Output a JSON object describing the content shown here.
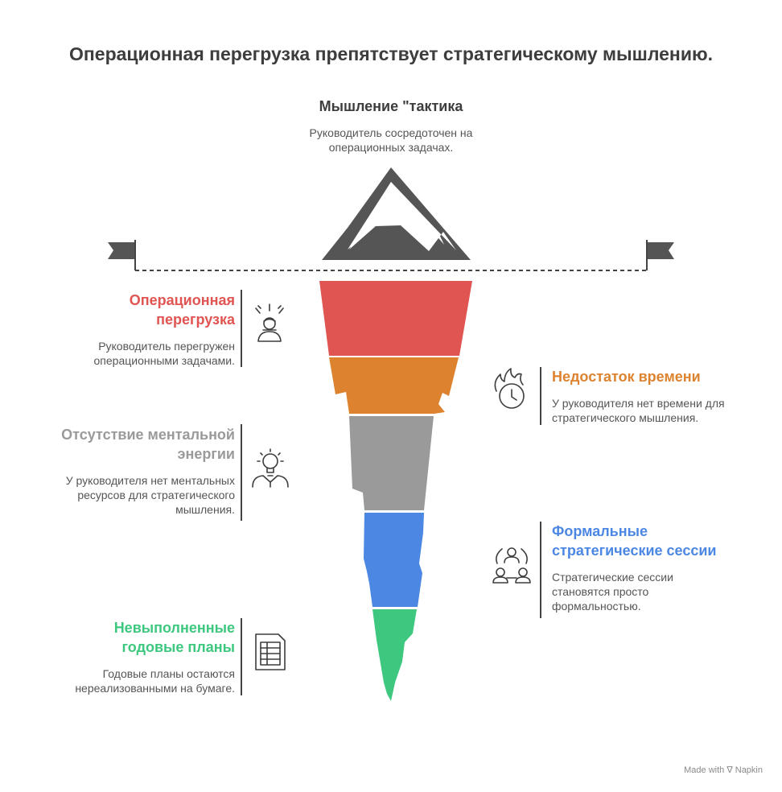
{
  "title": "Операционная перегрузка препятствует стратегическому мышлению.",
  "top": {
    "heading": "Мышление \"тактика",
    "description": "Руководитель сосредоточен на операционных задачах."
  },
  "items": [
    {
      "heading": "Операционная перегрузка",
      "description": "Руководитель перегружен операционными задачами.",
      "color": "#e05552",
      "icon": "stressed-person-icon"
    },
    {
      "heading": "Недостаток времени",
      "description": "У руководителя нет времени для стратегического мышления.",
      "color": "#dd8330",
      "icon": "burning-clock-icon"
    },
    {
      "heading": "Отсутствие ментальной энергии",
      "description": "У руководителя нет ментальных ресурсов для стратегического мышления.",
      "color": "#9a9a9a",
      "icon": "lightbulb-person-icon"
    },
    {
      "heading": "Формальные стратегические сессии",
      "description": "Стратегические сессии становятся просто формальностью.",
      "color": "#4c87e3",
      "icon": "team-meeting-icon"
    },
    {
      "heading": "Невыполненные годовые планы",
      "description": "Годовые планы остаются нереализованными на бумаге.",
      "color": "#3ec87f",
      "icon": "document-icon"
    }
  ],
  "footer": {
    "made_with": "Made with",
    "brand": "Napkin"
  }
}
